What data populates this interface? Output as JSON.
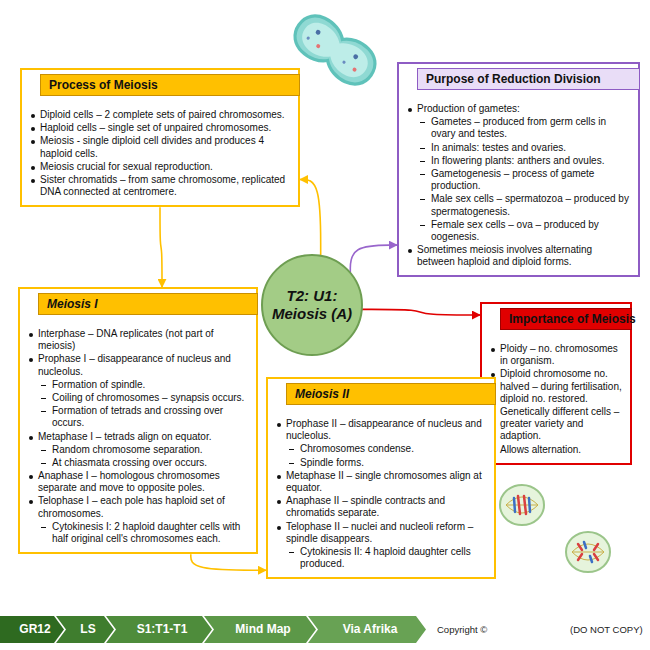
{
  "diagram": {
    "nodes": [
      {
        "text": [
          "Process of Meiosis",
          "Diploid cells – 2 complete sets of paired chromosomes.",
          "Haploid cells – single set of unpaired chromosomes.",
          "Meiosis - single diploid cell divides and produces 4 haploid cells.",
          "Meiosis crucial for sexual reproduction.",
          "Sister chromatids – from same chromosome, replicated DNA connected at centromere."
        ]
      },
      {
        "text": [
          "Purpose of Reduction Division",
          "Production of gametes:",
          "Gametes – produced from germ cells in ovary and testes.",
          "In animals: testes and ovaries.",
          "In flowering plants: anthers and ovules.",
          "Gametogenesis – process of gamete production.",
          "Male sex cells – spermatozoa – produced by spermatogenesis.",
          "Female sex cells – ova – produced by oogenesis.",
          "Sometimes meiosis involves alternating between haploid and diploid forms."
        ]
      },
      {
        "text": [
          "T2: U1: Meiosis (A)"
        ]
      },
      {
        "text": [
          "Meiosis I",
          "Interphase – DNA replicates (not part of meiosis)",
          "Prophase I – disappearance of nucleus and nucleolus.",
          "Formation of spindle.",
          "Coiling of chromosomes – synapsis occurs.",
          "Formation of tetrads and crossing over occurs.",
          "Metaphase I – tetrads align on equator.",
          "Random chromosome separation.",
          "At chiasmata crossing over occurs.",
          "Anaphase I – homologous chromosomes separate and move to opposite poles.",
          "Telophase I – each pole has haploid set of chromosomes.",
          "Cytokinesis I: 2 haploid daughter cells with half original cell's chromosomes each."
        ]
      },
      {
        "text": [
          "Importance of Meiosis",
          "Ploidy – no. chromosomes in organism.",
          "Diploid chromosome no. halved – during fertilisation, diploid no. restored.",
          "Genetically different cells – greater variety and adaption.",
          "Allows alternation."
        ]
      },
      {
        "text": [
          "Meiosis II",
          "Prophase II – disappearance of nucleus and nucleolus.",
          "Chromosomes condense.",
          "Spindle forms.",
          "Metaphase II – single chromosomes align at equator.",
          "Anaphase II – spindle contracts and chromatids separate.",
          "Telophase II – nuclei and nucleoli reform – spindle disappears.",
          "Cytokinesis II: 4 haploid daughter cells produced."
        ]
      },
      {
        "text": [
          "GR12"
        ]
      },
      {
        "text": [
          "LS"
        ]
      },
      {
        "text": [
          "S1:T1-T1"
        ]
      },
      {
        "text": [
          "Mind Map"
        ]
      },
      {
        "text": [
          "Via Afrika"
        ]
      }
    ],
    "edges": [
      {
        "from": 2,
        "to": 0,
        "arrow": "to"
      },
      {
        "from": 2,
        "to": 1,
        "arrow": "to"
      },
      {
        "from": 2,
        "to": 4,
        "arrow": "to"
      },
      {
        "from": 0,
        "to": 3,
        "arrow": "to"
      },
      {
        "from": 3,
        "to": 5,
        "arrow": "to"
      }
    ],
    "labels": [
      "Copyright ©",
      "(DO NOT COPY)"
    ]
  }
}
